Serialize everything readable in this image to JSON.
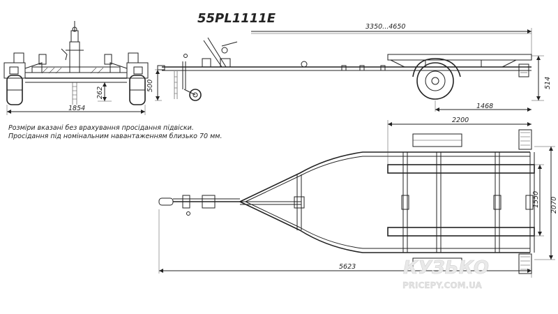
{
  "title": "55PL1111E",
  "dimensions": {
    "front_width": "1854",
    "axle_height": "262",
    "side_height": "500",
    "side_length": "3350...4650",
    "side_rear_height": "514",
    "rear_length": "1468",
    "top_width": "2200",
    "top_total_length": "5623",
    "top_inner_width": "1550",
    "top_outer_width": "2070"
  },
  "notes": [
    "Розміри вказані без врахування просідання підвіски.",
    "Просідання під номінальним навантаженням близько 70 мм."
  ],
  "watermark": {
    "brand": "КУЗЬКО",
    "site": "PRICEPY.COM.UA"
  }
}
